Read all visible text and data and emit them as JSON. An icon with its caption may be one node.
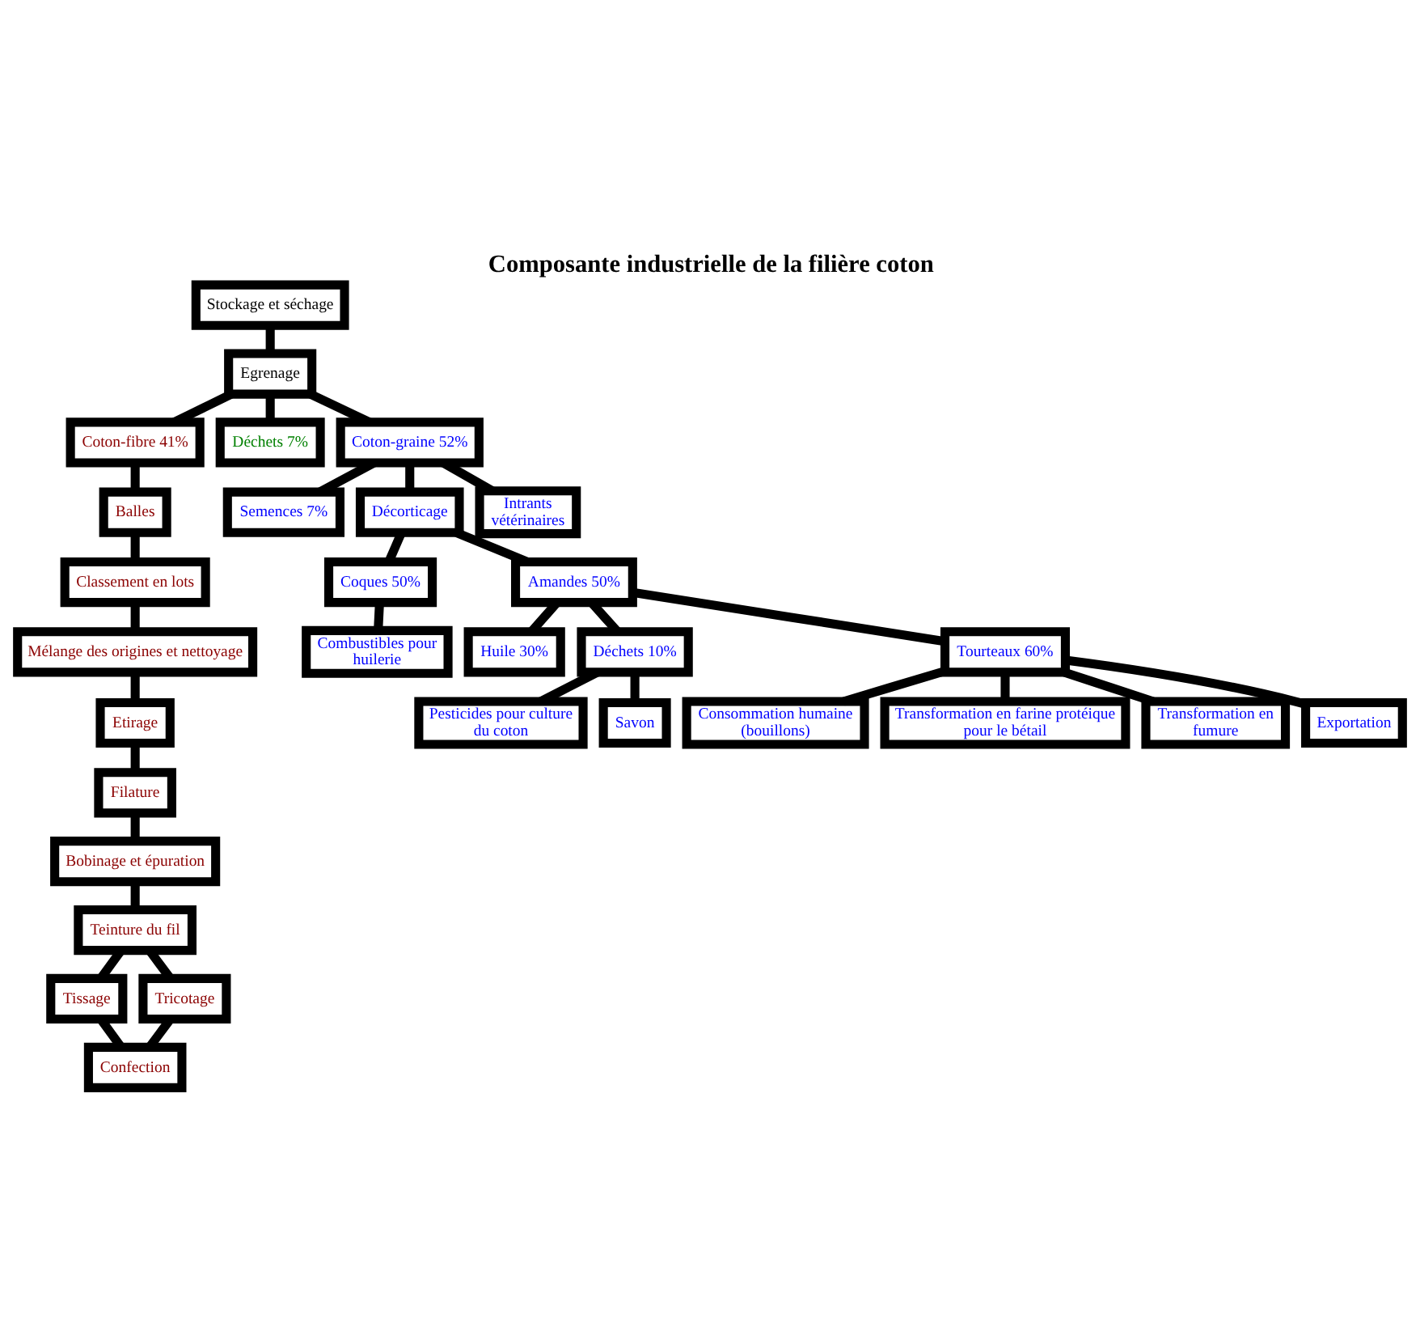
{
  "diagram": {
    "title": "Composante industrielle de la filière coton",
    "nodes": [
      {
        "text": [
          "Stockage et séchage"
        ]
      },
      {
        "text": [
          "Egrenage"
        ]
      },
      {
        "text": [
          "Coton-fibre 41%"
        ]
      },
      {
        "text": [
          "Déchets 7%"
        ]
      },
      {
        "text": [
          "Coton-graine 52%"
        ]
      },
      {
        "text": [
          "Balles"
        ]
      },
      {
        "text": [
          "Classement en lots"
        ]
      },
      {
        "text": [
          "Mélange des origines et nettoyage"
        ]
      },
      {
        "text": [
          "Etirage"
        ]
      },
      {
        "text": [
          "Filature"
        ]
      },
      {
        "text": [
          "Bobinage et épuration"
        ]
      },
      {
        "text": [
          "Teinture du fil"
        ]
      },
      {
        "text": [
          "Tissage"
        ]
      },
      {
        "text": [
          "Tricotage"
        ]
      },
      {
        "text": [
          "Confection"
        ]
      },
      {
        "text": [
          "Semences 7%"
        ]
      },
      {
        "text": [
          "Décorticage"
        ]
      },
      {
        "text": [
          "Intrants vétérinaires"
        ]
      },
      {
        "text": [
          "Coques 50%"
        ]
      },
      {
        "text": [
          "Combustibles pour huilerie"
        ]
      },
      {
        "text": [
          "Amandes 50%"
        ]
      },
      {
        "text": [
          "Huile 30%"
        ]
      },
      {
        "text": [
          "Déchets 10%"
        ]
      },
      {
        "text": [
          "Tourteaux 60%"
        ]
      },
      {
        "text": [
          "Pesticides pour culture du coton"
        ]
      },
      {
        "text": [
          "Savon"
        ]
      },
      {
        "text": [
          "Consommation humaine (bouillons)"
        ]
      },
      {
        "text": [
          "Transformation en farine protéique pour le bétail"
        ]
      },
      {
        "text": [
          "Transformation en fumure"
        ]
      },
      {
        "text": [
          "Exportation"
        ]
      }
    ],
    "edges": [
      {
        "from": 0,
        "to": 1,
        "arrow": "none"
      },
      {
        "from": 1,
        "to": 2,
        "arrow": "none"
      },
      {
        "from": 1,
        "to": 3,
        "arrow": "none"
      },
      {
        "from": 1,
        "to": 4,
        "arrow": "none"
      },
      {
        "from": 2,
        "to": 5,
        "arrow": "none"
      },
      {
        "from": 5,
        "to": 6,
        "arrow": "none"
      },
      {
        "from": 6,
        "to": 7,
        "arrow": "none"
      },
      {
        "from": 7,
        "to": 8,
        "arrow": "none"
      },
      {
        "from": 8,
        "to": 9,
        "arrow": "none"
      },
      {
        "from": 9,
        "to": 10,
        "arrow": "none"
      },
      {
        "from": 10,
        "to": 11,
        "arrow": "none"
      },
      {
        "from": 11,
        "to": 12,
        "arrow": "none"
      },
      {
        "from": 11,
        "to": 13,
        "arrow": "none"
      },
      {
        "from": 12,
        "to": 14,
        "arrow": "none"
      },
      {
        "from": 13,
        "to": 14,
        "arrow": "none"
      },
      {
        "from": 4,
        "to": 15,
        "arrow": "none"
      },
      {
        "from": 4,
        "to": 16,
        "arrow": "none"
      },
      {
        "from": 4,
        "to": 17,
        "arrow": "none"
      },
      {
        "from": 16,
        "to": 20,
        "arrow": "none"
      },
      {
        "from": 16,
        "to": 18,
        "arrow": "none"
      },
      {
        "from": 18,
        "to": 19,
        "arrow": "none"
      },
      {
        "from": 20,
        "to": 21,
        "arrow": "none"
      },
      {
        "from": 20,
        "to": 22,
        "arrow": "none"
      },
      {
        "from": 20,
        "to": 23,
        "arrow": "none"
      },
      {
        "from": 22,
        "to": 24,
        "arrow": "none"
      },
      {
        "from": 22,
        "to": 25,
        "arrow": "none"
      },
      {
        "from": 23,
        "to": 26,
        "arrow": "none"
      },
      {
        "from": 23,
        "to": 27,
        "arrow": "none"
      },
      {
        "from": 23,
        "to": 28,
        "arrow": "none"
      },
      {
        "from": 23,
        "to": 29,
        "arrow": "none"
      }
    ]
  }
}
